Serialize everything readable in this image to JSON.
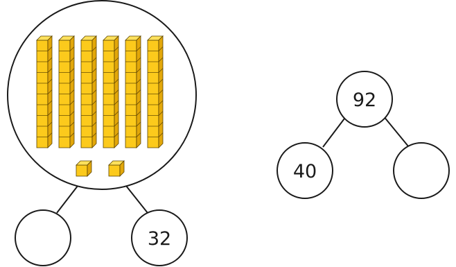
{
  "left_diagram": {
    "whole": {
      "blocks": {
        "tens_rods": 6,
        "ones_cubes": 2
      }
    },
    "parts": [
      "",
      "32"
    ]
  },
  "right_diagram": {
    "whole": "92",
    "parts": [
      "40",
      ""
    ]
  },
  "colors": {
    "block_fill": "#fcca1c",
    "block_top": "#fee15c",
    "block_side": "#e2a70a",
    "block_stroke": "#5a4300",
    "outline": "#1a1a1a"
  }
}
